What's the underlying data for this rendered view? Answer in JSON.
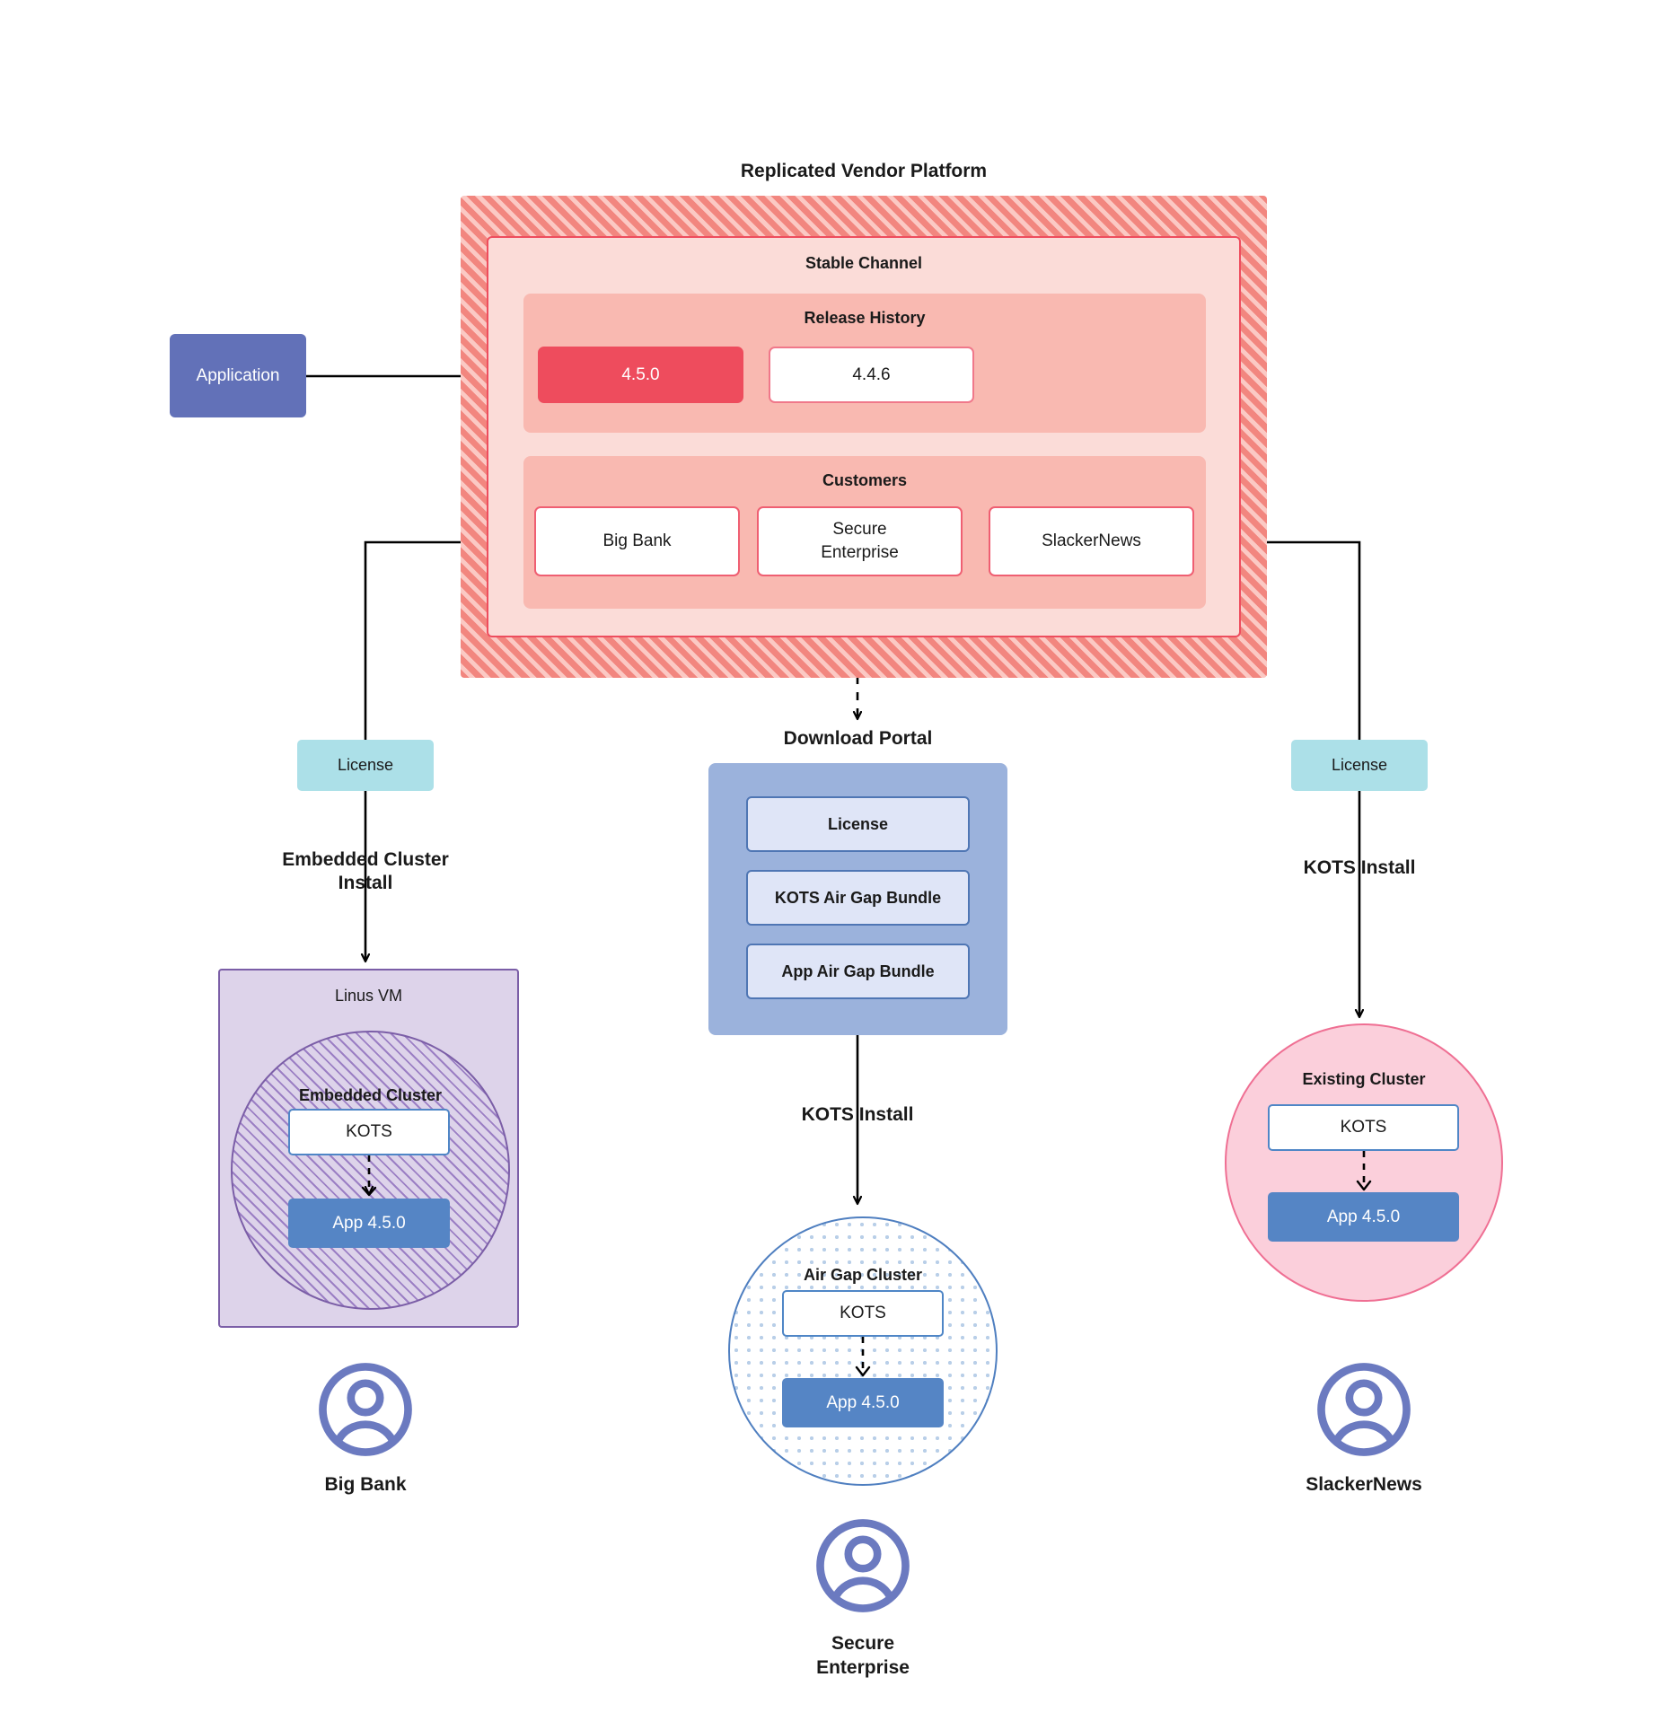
{
  "diagram": {
    "title": "Replicated Vendor Platform",
    "platform": {
      "channel_label": "Stable Channel",
      "release_history": {
        "label": "Release History",
        "releases": [
          {
            "version": "4.5.0",
            "state": "current"
          },
          {
            "version": "4.4.6",
            "state": "past"
          }
        ]
      },
      "customers": {
        "label": "Customers",
        "items": [
          {
            "name": "Big Bank"
          },
          {
            "name": "Secure\nEnterprise"
          },
          {
            "name": "SlackerNews"
          }
        ]
      }
    },
    "application_box": {
      "label": "Application"
    },
    "licenses": [
      {
        "label": "License",
        "branch": "left"
      },
      {
        "label": "License",
        "branch": "right"
      }
    ],
    "install_labels": {
      "embedded": "Embedded Cluster\nInstall",
      "airgap": "KOTS Install",
      "existing": "KOTS Install"
    },
    "download_portal": {
      "title": "Download  Portal",
      "items": [
        {
          "label": "License"
        },
        {
          "label": "KOTS Air Gap Bundle"
        },
        {
          "label": "App Air Gap Bundle"
        }
      ]
    },
    "clusters": {
      "left": {
        "host_label": "Linus VM",
        "cluster_label": "Embedded Cluster",
        "kots_label": "KOTS",
        "app_label": "App 4.5.0"
      },
      "middle": {
        "cluster_label": "Air Gap Cluster",
        "kots_label": "KOTS",
        "app_label": "App 4.5.0"
      },
      "right": {
        "cluster_label": "Existing Cluster",
        "kots_label": "KOTS",
        "app_label": "App 4.5.0"
      }
    },
    "end_users": [
      {
        "name": "Big Bank",
        "icon": "user-avatar-icon"
      },
      {
        "name": "Secure\nEnterprise",
        "icon": "user-avatar-icon"
      },
      {
        "name": "SlackerNews",
        "icon": "user-avatar-icon"
      }
    ],
    "colors": {
      "platform_hatch": "#f2867f",
      "platform_inner": "#fbdcd8",
      "panel": "#f9b9b1",
      "release_current": "#ee4c5d",
      "application": "#6271b8",
      "license": "#ace0e8",
      "portal": "#9bb2dc",
      "portal_item": "#dfe5f7",
      "vm": "#ddd3ea",
      "vm_border": "#7b5ea7",
      "existing_cluster": "#fbcfdb",
      "existing_cluster_border": "#ef6f93",
      "airgap_border": "#4f7fc0",
      "app_chip": "#5585c5",
      "avatar": "#6b7ac0"
    }
  }
}
